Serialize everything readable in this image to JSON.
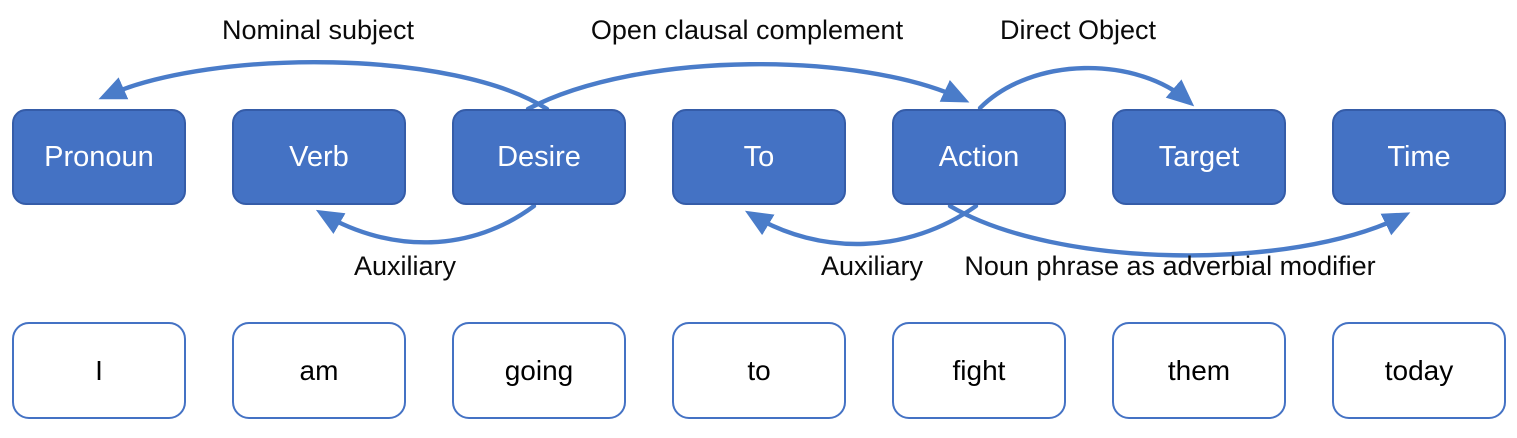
{
  "diagram": {
    "nodes": [
      {
        "label": "Pronoun"
      },
      {
        "label": "Verb"
      },
      {
        "label": "Desire"
      },
      {
        "label": "To"
      },
      {
        "label": "Action"
      },
      {
        "label": "Target"
      },
      {
        "label": "Time"
      }
    ],
    "words": [
      {
        "label": "I"
      },
      {
        "label": "am"
      },
      {
        "label": "going"
      },
      {
        "label": "to"
      },
      {
        "label": "fight"
      },
      {
        "label": "them"
      },
      {
        "label": "today"
      }
    ],
    "edges": [
      {
        "label": "Nominal subject",
        "from": "Desire",
        "to": "Pronoun"
      },
      {
        "label": "Open clausal complement",
        "from": "Desire",
        "to": "Action"
      },
      {
        "label": "Direct Object",
        "from": "Action",
        "to": "Target"
      },
      {
        "label": "Auxiliary",
        "from": "Desire",
        "to": "Verb"
      },
      {
        "label": "Auxiliary",
        "from": "Action",
        "to": "To"
      },
      {
        "label": "Noun phrase as adverbial modifier",
        "from": "Action",
        "to": "Time"
      }
    ],
    "colors": {
      "node_fill": "#4472C4",
      "node_border": "#355CA8",
      "node_text": "#FFFFFF",
      "arrow": "#4A7CC9",
      "word_border": "#4472C4",
      "word_text": "#000000",
      "label_text": "#0A0A0A",
      "background": "#FFFFFF"
    }
  }
}
